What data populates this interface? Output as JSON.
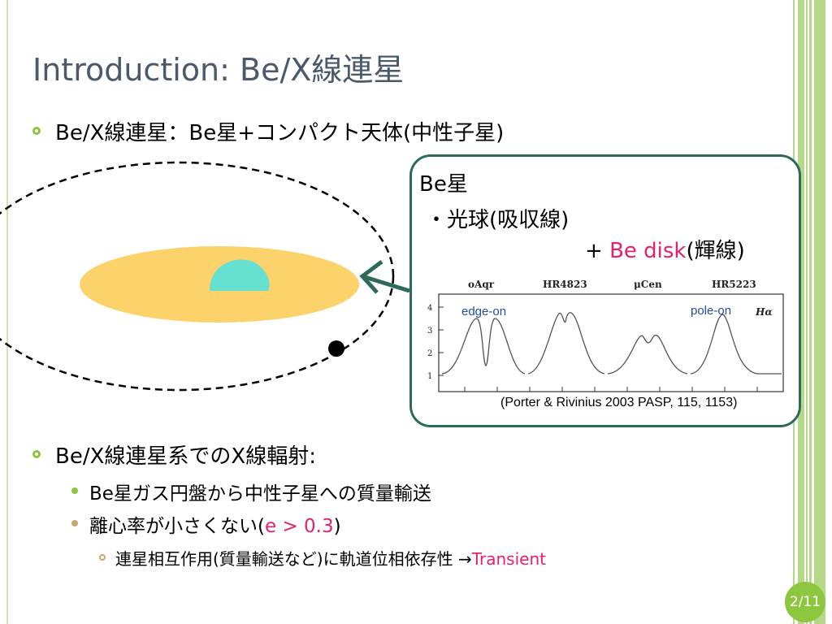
{
  "title": "Introduction: Be/X線連星",
  "bullets": [
    {
      "text": "Be/X線連星：Be星+コンパクト天体(中性子星)"
    },
    {
      "text": "Be/X線連星系でのX線輻射:"
    }
  ],
  "sub_bullets": [
    {
      "text": "Be星ガス円盤から中性子星への質量輸送"
    },
    {
      "text_prefix": "離心率が小さくない(",
      "highlight": "e > 0.3",
      "text_suffix": ")"
    }
  ],
  "subsub_bullet": {
    "text": "連星相互作用(質量輸送など)に軌道位相依存性 →",
    "highlight": "Transient"
  },
  "box": {
    "line1": "Be星",
    "line2": "・光球(吸収線)",
    "line3_prefix": "+ ",
    "line3_highlight": "Be disk",
    "line3_suffix": "(輝線)"
  },
  "spectrum": {
    "stars": [
      "oAqr",
      "HR4823",
      "μCen",
      "HR5223"
    ],
    "line_label": "Hα",
    "annotation_left": "edge-on",
    "annotation_right": "pole-on",
    "y_ticks": [
      "1",
      "2",
      "3",
      "4"
    ]
  },
  "citation": "(Porter & Rivinius 2003 PASP, 115, 1153)",
  "page_number": "2/11",
  "colors": {
    "accent": "#8dc63f",
    "highlight": "#e5206f",
    "title": "#4a5a6b",
    "box_border": "#2d6a5c",
    "disk": "#fcd36b",
    "star": "#66e0d0"
  }
}
